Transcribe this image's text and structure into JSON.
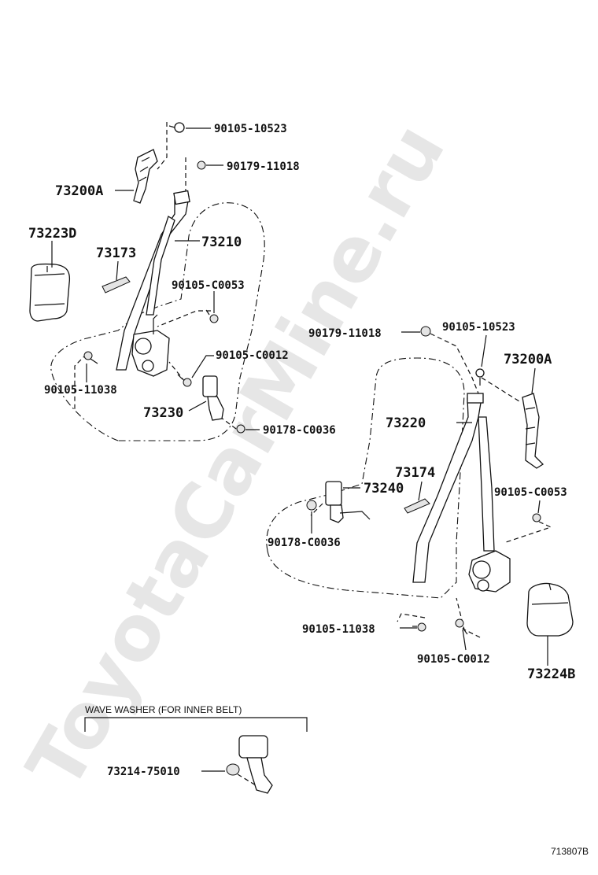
{
  "watermark": "ToyotaCarMine.ru",
  "diagram_code": "713807B",
  "wave_washer_note": "WAVE WASHER (FOR INNER BELT)",
  "labels": {
    "left_bolt_top": "90105-10523",
    "left_nut_top": "90179-11018",
    "left_anchor": "73200A",
    "left_cover": "73223D",
    "left_belt": "73210",
    "left_guide": "73173",
    "left_bolt_mid": "90105-C0053",
    "left_bolt_retractor": "90105-C0012",
    "left_bolt_lower": "90105-11038",
    "left_buckle": "73230",
    "left_bolt_buckle": "90178-C0036",
    "right_nut_top": "90179-11018",
    "right_bolt_top": "90105-10523",
    "right_anchor": "73200A",
    "right_belt": "73220",
    "right_guide": "73174",
    "right_buckle": "73240",
    "right_bolt_mid": "90105-C0053",
    "right_bolt_buckle": "90178-C0036",
    "right_bolt_lower": "90105-11038",
    "right_bolt_retractor": "90105-C0012",
    "right_cover": "73224B",
    "washer_part": "73214-75010"
  }
}
